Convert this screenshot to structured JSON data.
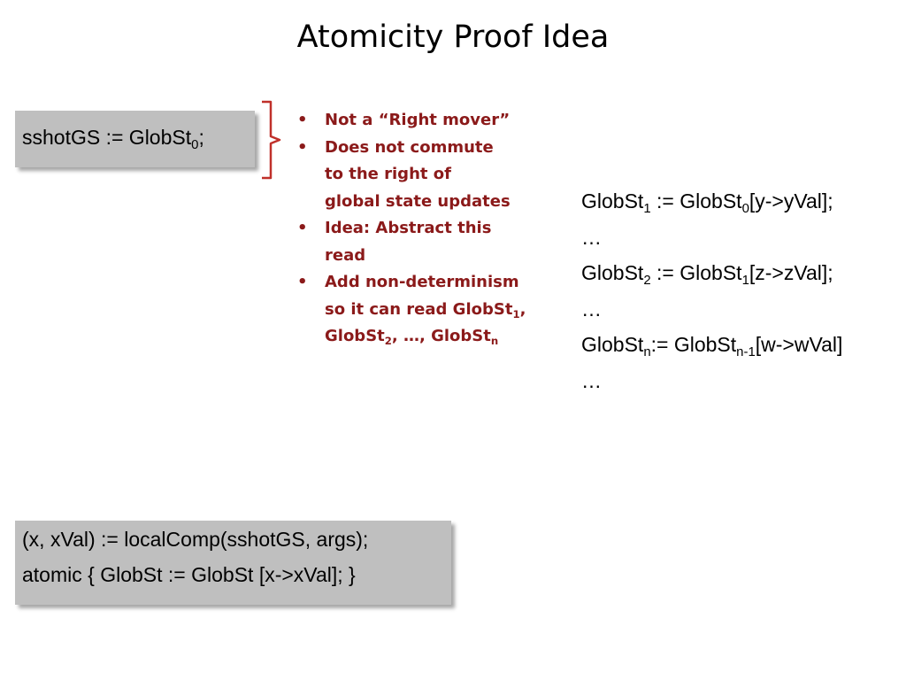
{
  "slide": {
    "title": "Atomicity Proof Idea"
  },
  "snapshot_box": {
    "text": "sshotGS := GlobSt",
    "sub": "0",
    "suffix": ";"
  },
  "bullets": {
    "b1": "Not a “Right mover”",
    "b2_line1": "Does not commute",
    "b2_line2": "to the right of",
    "b2_line3": "global state updates",
    "b3_line1": "Idea: Abstract this",
    "b3_line2": "read",
    "b4_line1": "Add non-determinism",
    "b4_line2_prefix": "so it can read GlobSt",
    "b4_line2_sub": "1",
    "b4_line2_suffix": ",",
    "b4_line3_part1": "GlobSt",
    "b4_line3_sub1": "2",
    "b4_line3_part2": ", …, GlobSt",
    "b4_line3_sub2": "n",
    "bullet_glyph": "•"
  },
  "updates": {
    "r1_a": "GlobSt",
    "r1_sub1": "1",
    "r1_b": " := GlobSt",
    "r1_sub2": "0",
    "r1_c": "[y->yVal];",
    "r2": "…",
    "r3_a": "GlobSt",
    "r3_sub1": "2",
    "r3_b": " := GlobSt",
    "r3_sub2": "1",
    "r3_c": "[z->zVal];",
    "r4": "…",
    "r5_a": "GlobSt",
    "r5_sub1": "n",
    "r5_b": ":= GlobSt",
    "r5_sub2": "n-1",
    "r5_c": "[w->wVal]",
    "r6": "…"
  },
  "local_box": {
    "line1": "(x, xVal) := localComp(sshotGS, args);",
    "line2": "atomic { GlobSt := GlobSt [x->xVal]; }"
  },
  "colors": {
    "accent": "#8b1a1a",
    "bracket": "#c0302a",
    "box_fill": "#bfbfbf"
  }
}
